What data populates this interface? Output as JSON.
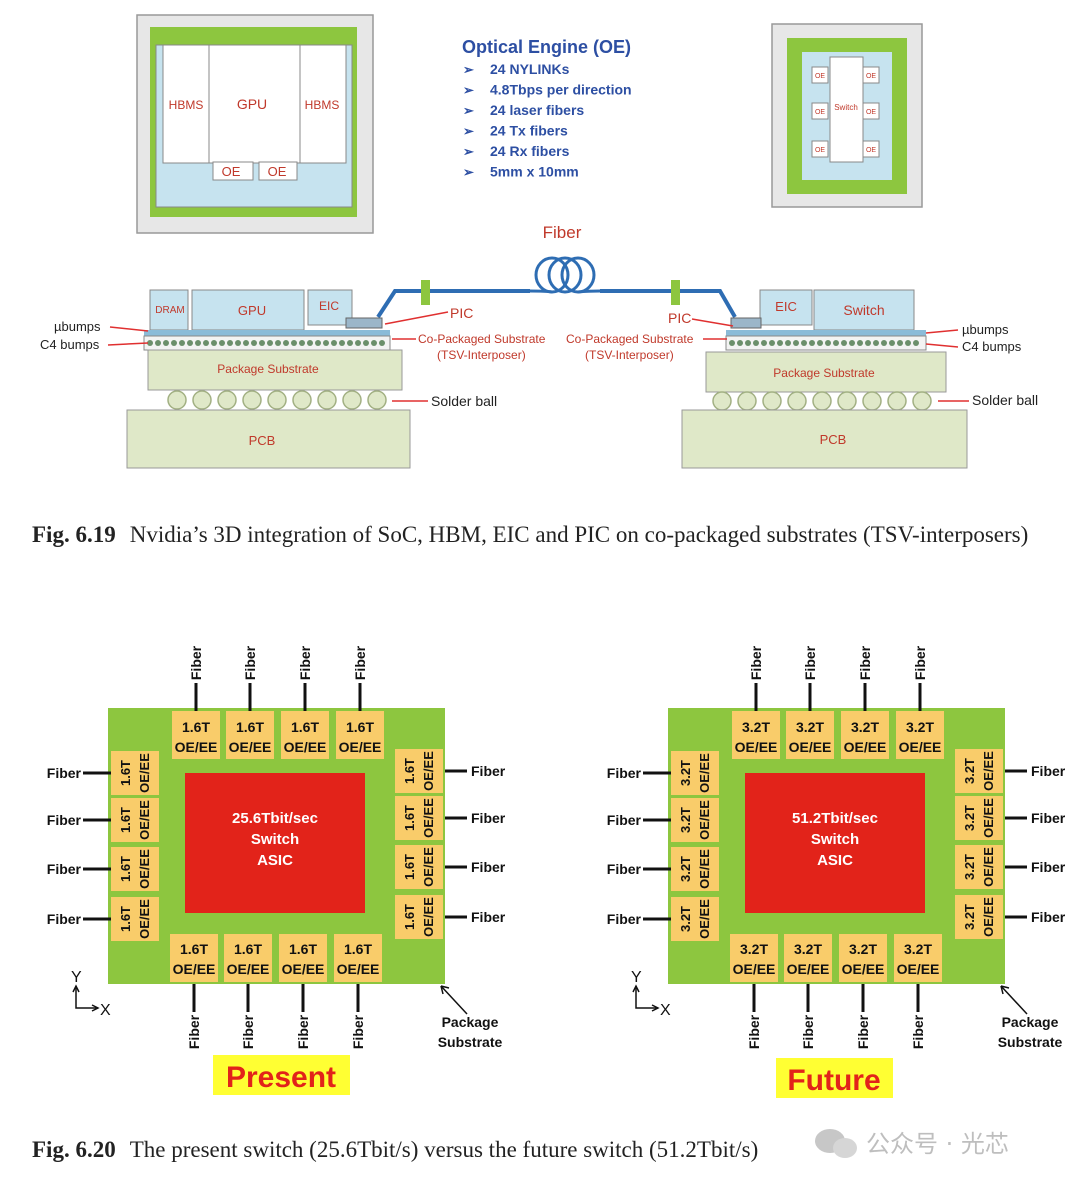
{
  "fig619": {
    "oe_box": {
      "title": "Optical Engine (OE)",
      "items": [
        "24 NYLINKs",
        "4.8Tbps per direction",
        "24 laser fibers",
        "24 Tx fibers",
        "24 Rx fibers",
        "5mm x 10mm"
      ]
    },
    "top_left_package": {
      "hbm_left": "HBMS",
      "gpu": "GPU",
      "hbm_right": "HBMS",
      "oe1": "OE",
      "oe2": "OE"
    },
    "top_right_package": {
      "oe": "OE",
      "switch": "Switch"
    },
    "cross_section": {
      "fiber": "Fiber",
      "left": {
        "dram": "DRAM",
        "gpu": "GPU",
        "eic": "EIC",
        "pic": "PIC",
        "ubumps": "µbumps",
        "c4": "C4 bumps",
        "substrate_line1": "Co-Packaged Substrate",
        "substrate_line2": "(TSV-Interposer)",
        "package_substrate": "Package Substrate",
        "solder": "Solder ball",
        "pcb": "PCB"
      },
      "right": {
        "eic": "EIC",
        "switch": "Switch",
        "pic": "PIC",
        "ubumps": "µbumps",
        "c4": "C4 bumps",
        "substrate_line1": "Co-Packaged Substrate",
        "substrate_line2": "(TSV-Interposer)",
        "package_substrate": "Package Substrate",
        "solder": "Solder ball",
        "pcb": "PCB"
      }
    },
    "caption_label": "Fig. 6.19",
    "caption_text": "Nvidia’s 3D integration of SoC, HBM, EIC and PIC on co-packaged substrates (TSV-interposers)"
  },
  "fig620": {
    "present": {
      "asic_line1": "25.6Tbit/sec",
      "asic_line2": "Switch",
      "asic_line3": "ASIC",
      "oe_rate": "1.6T",
      "oe_type": "OE/EE",
      "fiber": "Fiber",
      "banner": "Present",
      "pkg_line1": "Package",
      "pkg_line2": "Substrate",
      "axis_y": "Y",
      "axis_x": "X"
    },
    "future": {
      "asic_line1": "51.2Tbit/sec",
      "asic_line2": "Switch",
      "asic_line3": "ASIC",
      "oe_rate": "3.2T",
      "oe_type": "OE/EE",
      "fiber": "Fiber",
      "banner": "Future",
      "pkg_line1": "Package",
      "pkg_line2": "Substrate",
      "axis_y": "Y",
      "axis_x": "X"
    },
    "caption_label": "Fig. 6.20",
    "caption_text": "The present switch (25.6Tbit/s) versus the future switch (51.2Tbit/s)"
  },
  "watermark": "公众号 · 光芯",
  "colors": {
    "oe_text": "#2d4fa3",
    "red_text": "#c0392b",
    "green": "#8dc63f",
    "asic_red": "#e2231a",
    "oe_module": "#f9cc6a",
    "chip_blue": "#c6e3ef",
    "substrate": "#dfe8c8",
    "banner_yellow": "#ffff33",
    "banner_red": "#e2231a"
  }
}
